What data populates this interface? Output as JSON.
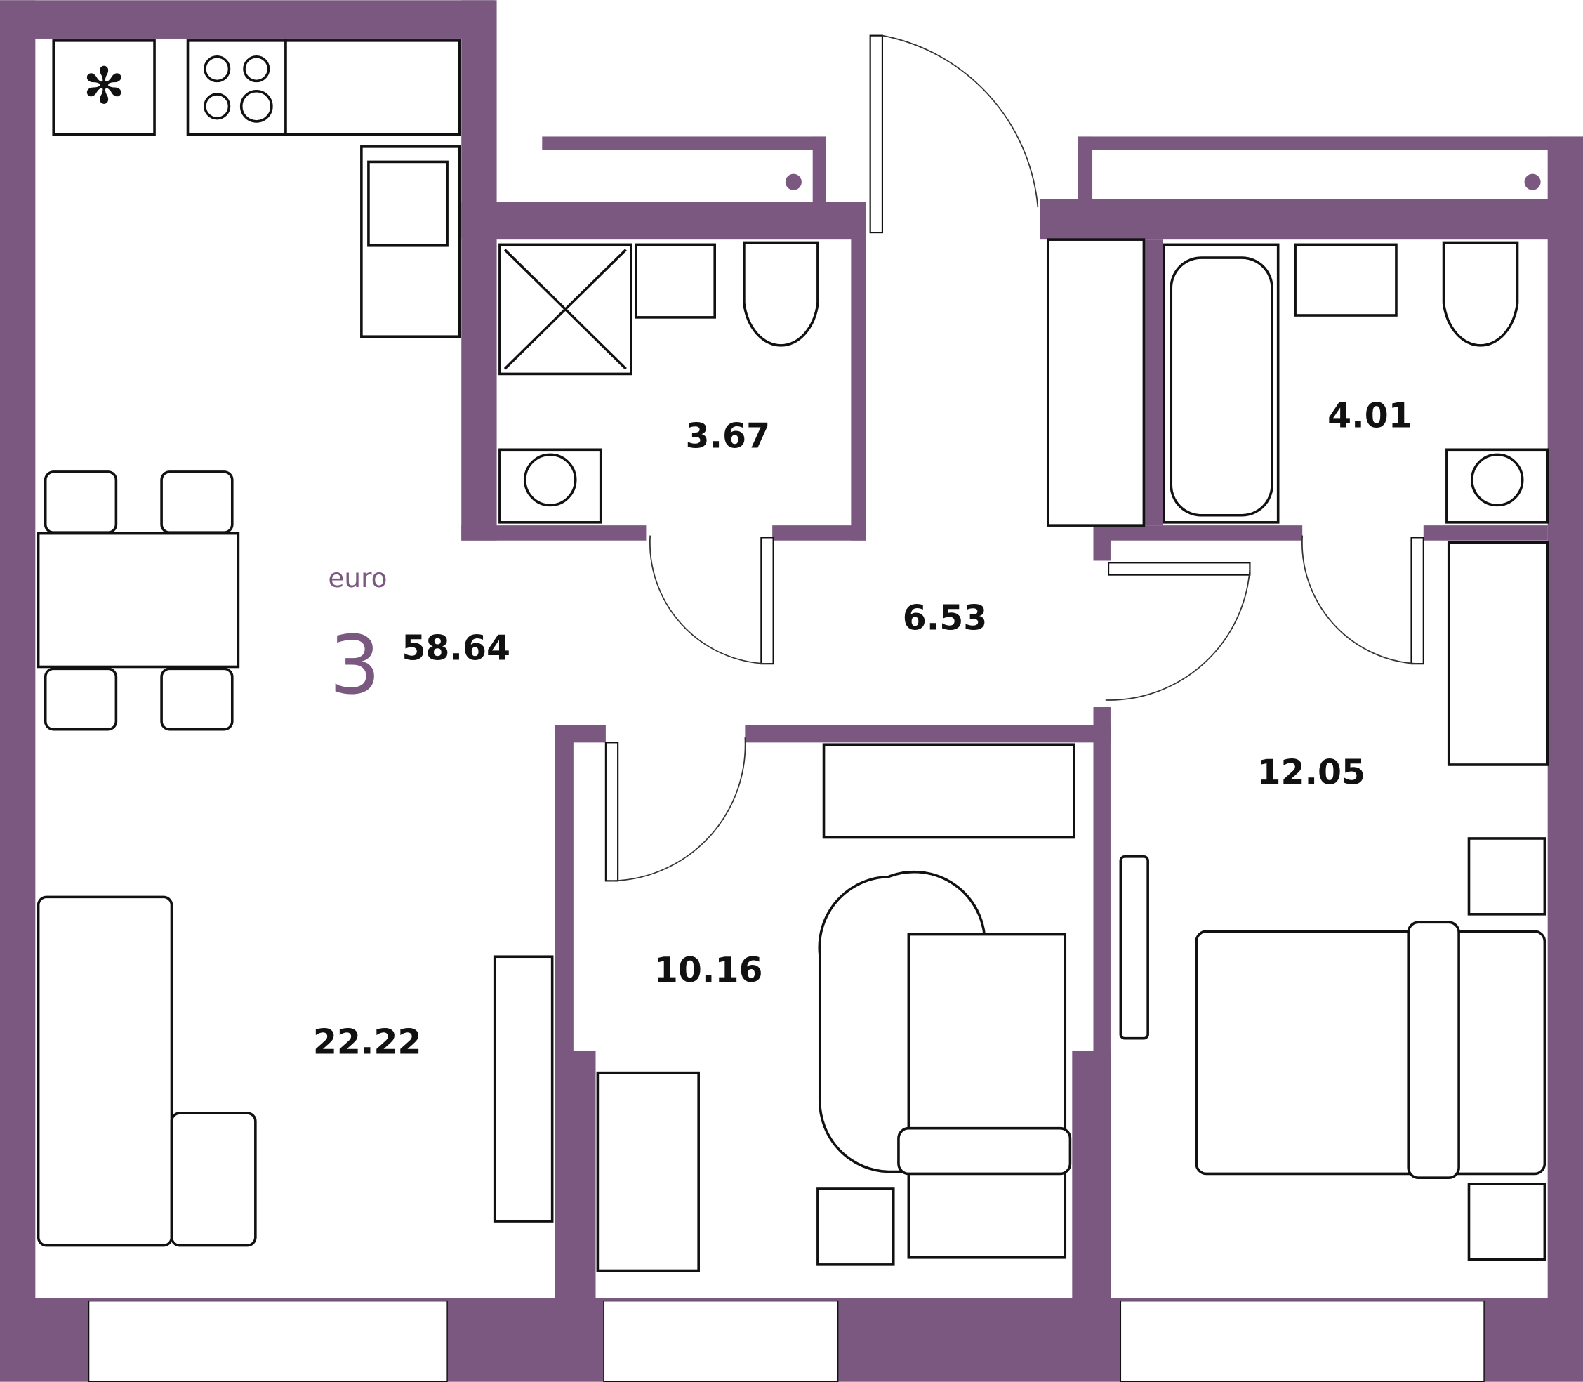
{
  "apartment": {
    "type_label": "euro",
    "rooms": "3",
    "total_area": "58.64"
  },
  "rooms": [
    {
      "name": "kitchen-living",
      "area": "22.22"
    },
    {
      "name": "bathroom-1",
      "area": "3.67"
    },
    {
      "name": "hallway",
      "area": "6.53"
    },
    {
      "name": "bathroom-2",
      "area": "4.01"
    },
    {
      "name": "bedroom-1",
      "area": "10.16"
    },
    {
      "name": "bedroom-2",
      "area": "12.05"
    }
  ],
  "colors": {
    "wall": "#7a5880",
    "text": "#111111"
  }
}
